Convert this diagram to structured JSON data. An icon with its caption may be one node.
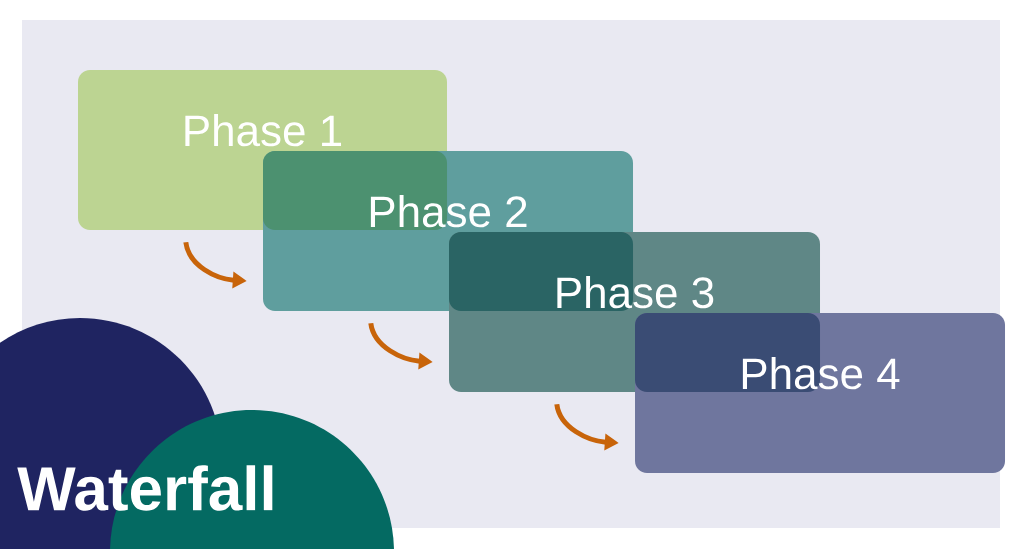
{
  "diagram": {
    "nodes": [
      {
        "text": [
          "Phase 1"
        ]
      },
      {
        "text": [
          "Phase 2"
        ]
      },
      {
        "text": [
          "Phase 3"
        ]
      },
      {
        "text": [
          "Phase 4"
        ]
      }
    ],
    "edges": [
      {
        "from": 0,
        "to": 1,
        "arrow": "to"
      },
      {
        "from": 1,
        "to": 2,
        "arrow": "to"
      },
      {
        "from": 2,
        "to": 3,
        "arrow": "to"
      }
    ],
    "labels": [
      "Waterfall"
    ]
  }
}
